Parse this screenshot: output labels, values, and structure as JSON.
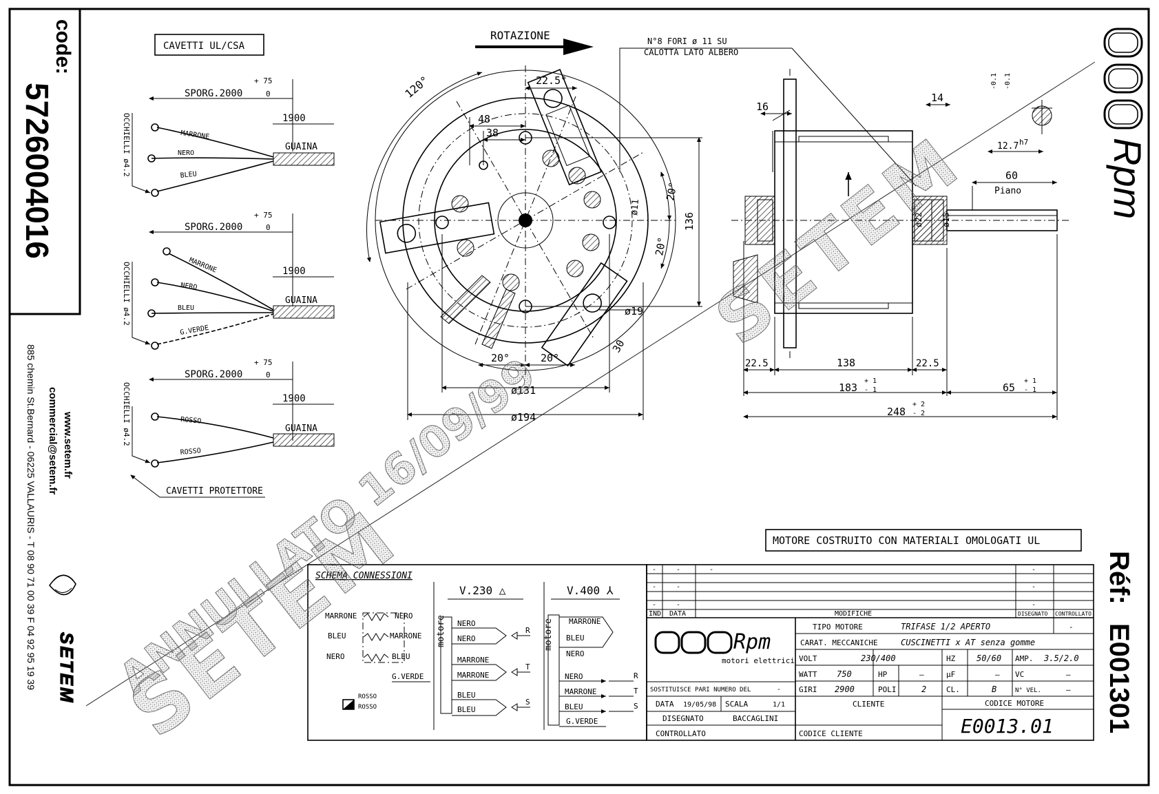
{
  "sidebar": {
    "code_label": "code:",
    "code_value": "5726004016",
    "website": "www.setem.fr",
    "email": "commercial@setem.fr",
    "address": "885 chemin St.Bernard  -  06225 VALLAURIS  -  T 08 90 71 00 39   F 04 92 95 19 39",
    "brand": "SETEM"
  },
  "right_strip": {
    "rpm_logo": "Rpm",
    "ref_label": "Réf:",
    "ref_value": "E001301"
  },
  "cables": {
    "header": "CAVETTI UL/CSA",
    "footer": "CAVETTI PROTETTORE",
    "groups": [
      {
        "sporg": "SPORG.2000",
        "tol_plus": "+ 75",
        "tol_zero": "0",
        "len": "1900",
        "guaina": "GUAINA",
        "occhielli": "OCCHIELLI ø4.2",
        "wires": [
          "MARRONE",
          "NERO",
          "BLEU"
        ]
      },
      {
        "sporg": "SPORG.2000",
        "tol_plus": "+ 75",
        "tol_zero": "0",
        "len": "1900",
        "guaina": "GUAINA",
        "occhielli": "OCCHIELLI ø4.2",
        "wires": [
          "MARRONE",
          "NERO",
          "BLEU",
          "G.VERDE"
        ]
      },
      {
        "sporg": "SPORG.2000",
        "tol_plus": "+ 75",
        "tol_zero": "0",
        "len": "1900",
        "guaina": "GUAINA",
        "occhielli": "OCCHIELLI ø4.2",
        "wires": [
          "ROSSO",
          "ROSSO"
        ]
      }
    ]
  },
  "front_view": {
    "rotation": "ROTAZIONE",
    "holes_note": "N°8 FORI ø 11 SU",
    "holes_note2": "CALOTTA LATO ALBERO",
    "dims": [
      "120°",
      "22.5°",
      "48",
      "38",
      "20°",
      "20°",
      "136",
      "ø11",
      "ø19",
      "30",
      "20°",
      "20°",
      "ø131",
      "ø194"
    ]
  },
  "side_view": {
    "dims_top": [
      "16",
      "14",
      "60",
      "Piano",
      "12.7",
      "h7",
      "-0.1",
      "-0.1",
      "ø22",
      "ø15"
    ],
    "dim_a": "22.5",
    "dim_b": "138",
    "dim_c": "22.5",
    "dim_183": "183",
    "tol_183_plus": "+ 1",
    "tol_183_minus": "- 1",
    "dim_65": "65",
    "tol_65_plus": "+ 1",
    "tol_65_minus": "- 1",
    "dim_248": "248",
    "tol_248_plus": "+ 2",
    "tol_248_minus": "- 2"
  },
  "ul_note": "MOTORE COSTRUITO CON MATERIALI OMOLOGATI UL",
  "watermarks": {
    "annullato": "ANNULLATO 16/09/99",
    "setem": "SETEM"
  },
  "schema": {
    "title": "SCHEMA CONNESSIONI",
    "v230": "V.230 △",
    "v400": "V.400 ⅄",
    "left_rows": [
      [
        "MARRONE",
        "NERO"
      ],
      [
        "BLEU",
        "MARRONE"
      ],
      [
        "NERO",
        "BLEU"
      ]
    ],
    "left_gverde": "G.VERDE",
    "rosso1": "ROSSO",
    "rosso2": "ROSSO",
    "motore": "motore",
    "mid_wires": [
      "NERO",
      "NERO",
      "MARRONE",
      "MARRONE",
      "BLEU",
      "BLEU"
    ],
    "mid_phases": [
      "R",
      "T",
      "S"
    ],
    "right_top_wires": [
      "MARRONE",
      "BLEU",
      "NERO"
    ],
    "right_bottom_wires": [
      "NERO",
      "MARRONE",
      "BLEU",
      "G.VERDE"
    ],
    "right_phases": [
      "R",
      "T",
      "S"
    ]
  },
  "title_block": {
    "dash": "-",
    "ind": "IND",
    "data": "DATA",
    "modifiche": "MODIFICHE",
    "disegnato": "DISEGNATO",
    "controllato": "CONTROLLATO",
    "logo_sub": "motori elettrici",
    "tipo_motore_label": "TIPO MOTORE",
    "tipo_motore": "TRIFASE 1/2 APERTO",
    "carat_label": "CARAT. MECCANICHE",
    "carat": "CUSCINETTI x AT senza gomme",
    "volt_label": "VOLT",
    "volt": "230/400",
    "hz_label": "HZ",
    "hz": "50/60",
    "amp_label": "AMP.",
    "amp": "3.5/2.0",
    "watt_label": "WATT",
    "watt": "750",
    "hp_label": "HP",
    "hp": "—",
    "uf_label": "µF",
    "uf": "—",
    "vc_label": "VC",
    "vc": "—",
    "giri_label": "GIRI",
    "giri": "2900",
    "poli_label": "POLI",
    "poli": "2",
    "cl_label": "CL.",
    "cl": "B",
    "nvel_label": "N° VEL.",
    "nvel": "—",
    "sostituisce": "SOSTITUISCE PARI NUMERO DEL",
    "data_label": "DATA",
    "data_val": "19/05/98",
    "scala_label": "SCALA",
    "scala": "1/1",
    "disegnato_label": "DISEGNATO",
    "disegnato_val": "BACCAGLINI",
    "controllato_label": "CONTROLLATO",
    "cliente_label": "CLIENTE",
    "codice_cliente": "CODICE CLIENTE",
    "codice_motore_label": "CODICE MOTORE",
    "codice_motore": "E0013.01"
  }
}
